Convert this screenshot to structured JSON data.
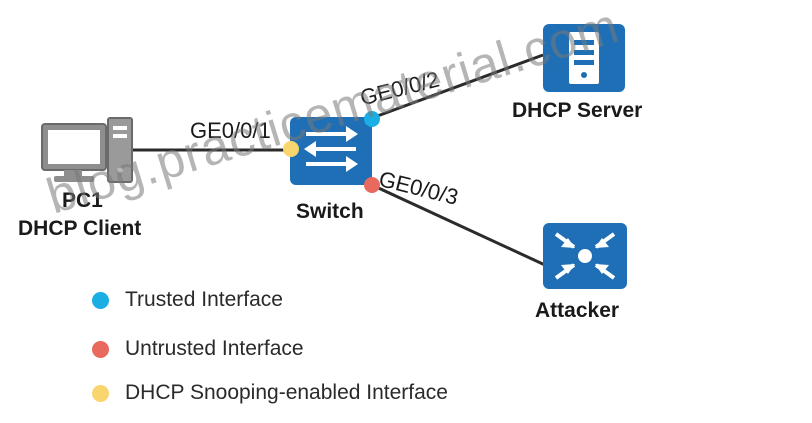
{
  "nodes": {
    "pc": {
      "name": "PC1",
      "role": "DHCP Client"
    },
    "switch": {
      "name": "Switch"
    },
    "server": {
      "name": "DHCP Server"
    },
    "attacker": {
      "name": "Attacker"
    }
  },
  "links": {
    "pc_switch": {
      "port": "GE0/0/1"
    },
    "switch_server": {
      "port": "GE0/0/2"
    },
    "switch_attacker": {
      "port": "GE0/0/3"
    }
  },
  "legend": [
    {
      "label": "Trusted Interface",
      "color": "#1aaee5"
    },
    {
      "label": "Untrusted Interface",
      "color": "#e86a5e"
    },
    {
      "label": "DHCP Snooping-enabled Interface",
      "color": "#f9d56e"
    }
  ],
  "colors": {
    "device_blue": "#1e6fb6",
    "link": "#2b2b2b"
  },
  "watermark": "blog.practicematerial.com"
}
